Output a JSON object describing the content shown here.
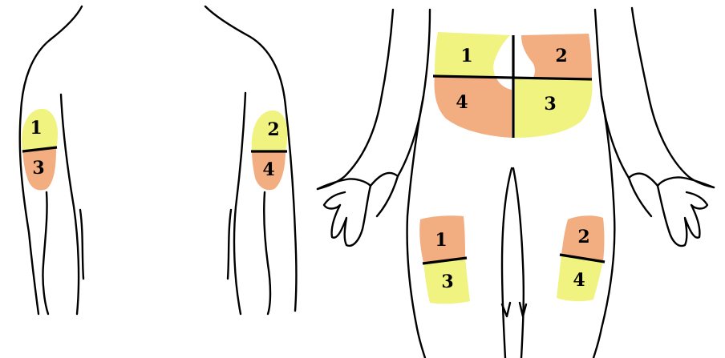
{
  "colors": {
    "yellow_zone": "#f0f380",
    "orange_zone": "#f2ad80",
    "outline": "#000000",
    "background": "#ffffff"
  },
  "back_view": {
    "left_arm": {
      "upper_label": "1",
      "lower_label": "3",
      "upper_color": "yellow",
      "lower_color": "orange"
    },
    "right_arm": {
      "upper_label": "2",
      "lower_label": "4",
      "upper_color": "yellow",
      "lower_color": "orange"
    }
  },
  "front_view": {
    "abdomen": {
      "top_left_label": "1",
      "top_right_label": "2",
      "bottom_right_label": "3",
      "bottom_left_label": "4",
      "top_left_color": "yellow",
      "top_right_color": "orange",
      "bottom_right_color": "yellow",
      "bottom_left_color": "orange"
    },
    "left_thigh": {
      "upper_label": "1",
      "lower_label": "3",
      "upper_color": "orange",
      "lower_color": "yellow"
    },
    "right_thigh": {
      "upper_label": "2",
      "lower_label": "4",
      "upper_color": "orange",
      "lower_color": "yellow"
    }
  }
}
